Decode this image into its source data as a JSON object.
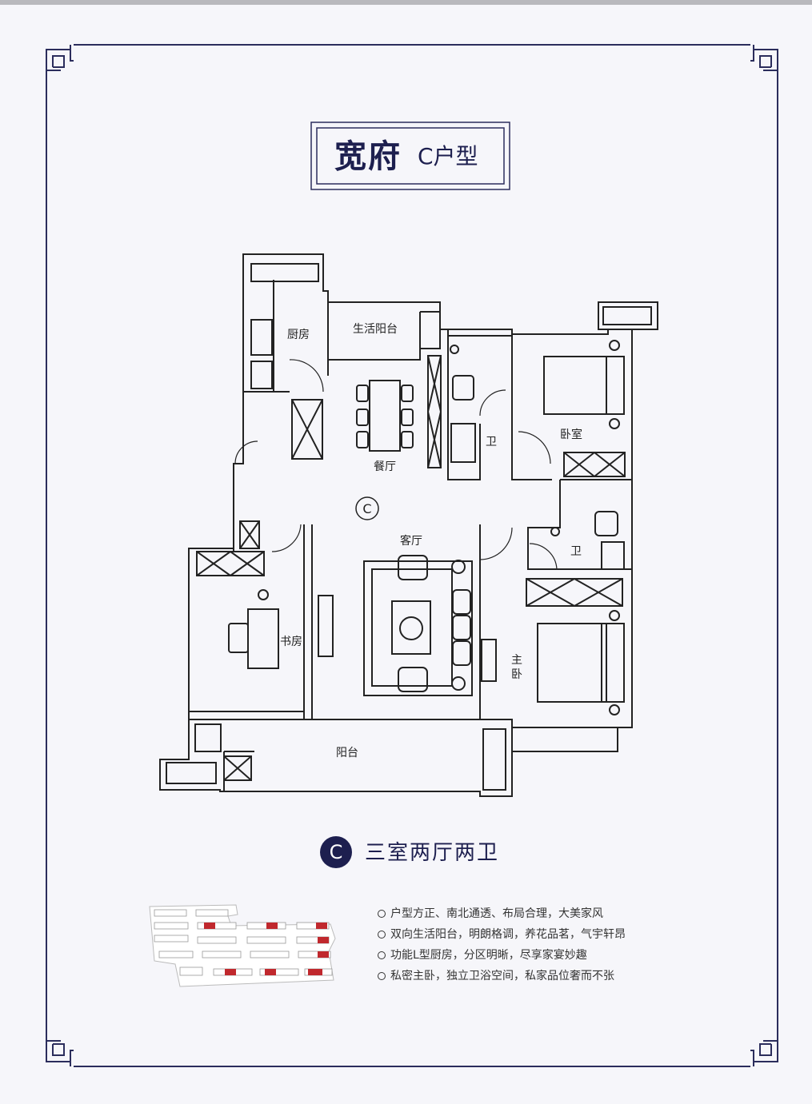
{
  "title": {
    "main": "宽府",
    "sub": "C户型"
  },
  "unit_marker": "C",
  "rooms": {
    "kitchen": "厨房",
    "utility_balcony": "生活阳台",
    "dining": "餐厅",
    "bath_public": "卫",
    "bedroom": "卧室",
    "living": "客厅",
    "bath_master": "卫",
    "study": "书房",
    "master_bedroom_1": "主",
    "master_bedroom_2": "卧",
    "balcony": "阳台"
  },
  "layout": {
    "badge": "C",
    "summary": "三室两厅两卫"
  },
  "features": [
    "户型方正、南北通透、布局合理，大美家风",
    "双向生活阳台，明朗格调，养花品茗，气宇轩昂",
    "功能L型厨房，分区明晰，尽享家宴妙趣",
    "私密主卧，独立卫浴空间，私家品位奢而不张"
  ],
  "colors": {
    "navy": "#1d1f4f",
    "frame": "#2b2d5c",
    "highlight": "#c0282d"
  }
}
